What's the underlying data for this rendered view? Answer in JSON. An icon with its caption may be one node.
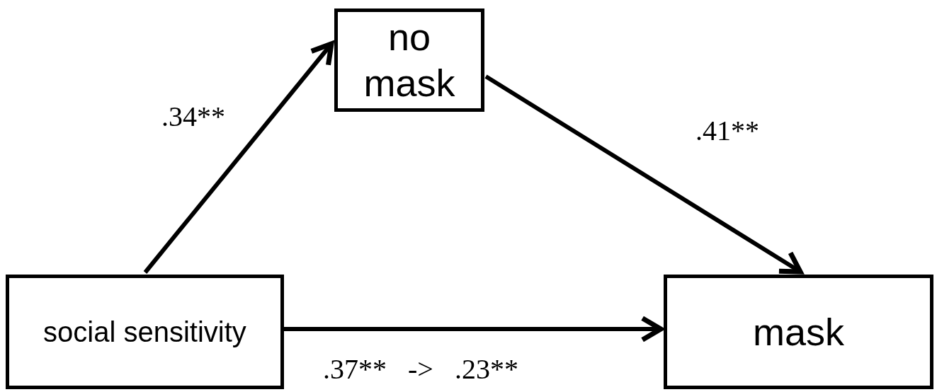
{
  "diagram": {
    "nodes": [
      {
        "text": [
          "no mask"
        ]
      },
      {
        "text": [
          "social sensitivity"
        ]
      },
      {
        "text": [
          "mask"
        ]
      }
    ],
    "edges": [
      {
        "from": 1,
        "to": 0,
        "arrow": "to",
        "label": ".34**"
      },
      {
        "from": 0,
        "to": 2,
        "arrow": "to",
        "label": ".41**"
      },
      {
        "from": 1,
        "to": 2,
        "arrow": "to",
        "label": ".37**   ->   .23**"
      }
    ]
  }
}
